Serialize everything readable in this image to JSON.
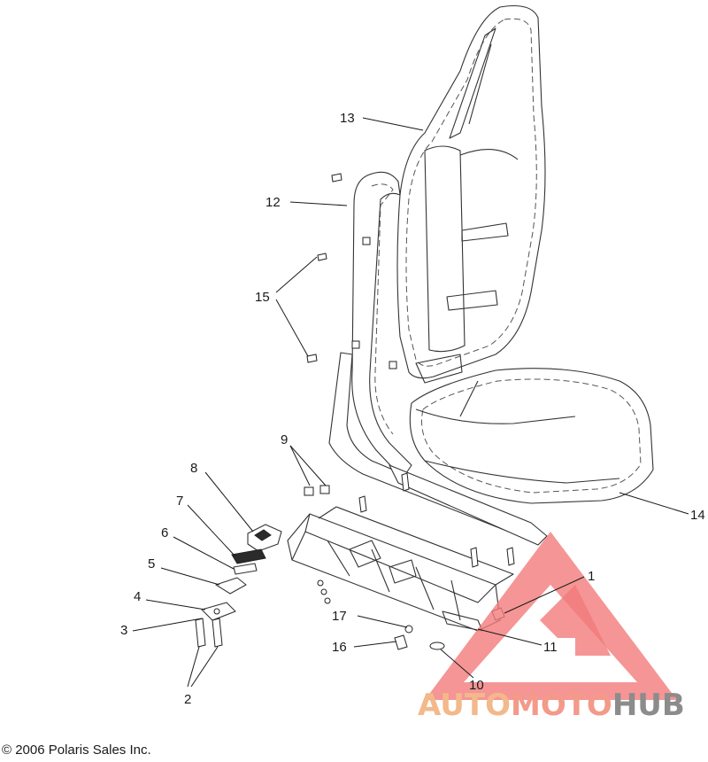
{
  "callouts": {
    "c1": "1",
    "c2": "2",
    "c3": "3",
    "c4": "4",
    "c5": "5",
    "c6": "6",
    "c7": "7",
    "c8": "8",
    "c9": "9",
    "c10": "10",
    "c11": "11",
    "c12": "12",
    "c13": "13",
    "c14": "14",
    "c15": "15",
    "c16": "16",
    "c17": "17"
  },
  "copyright": "© 2006 Polaris Sales Inc.",
  "watermark": {
    "part1": "AUTO",
    "part2": "MOTO",
    "part3": "HUB",
    "color_part1": "#f3b98a",
    "color_part2": "#f39a8a",
    "color_part3": "#8c8c8c",
    "logo_color": "#f27a7a"
  }
}
